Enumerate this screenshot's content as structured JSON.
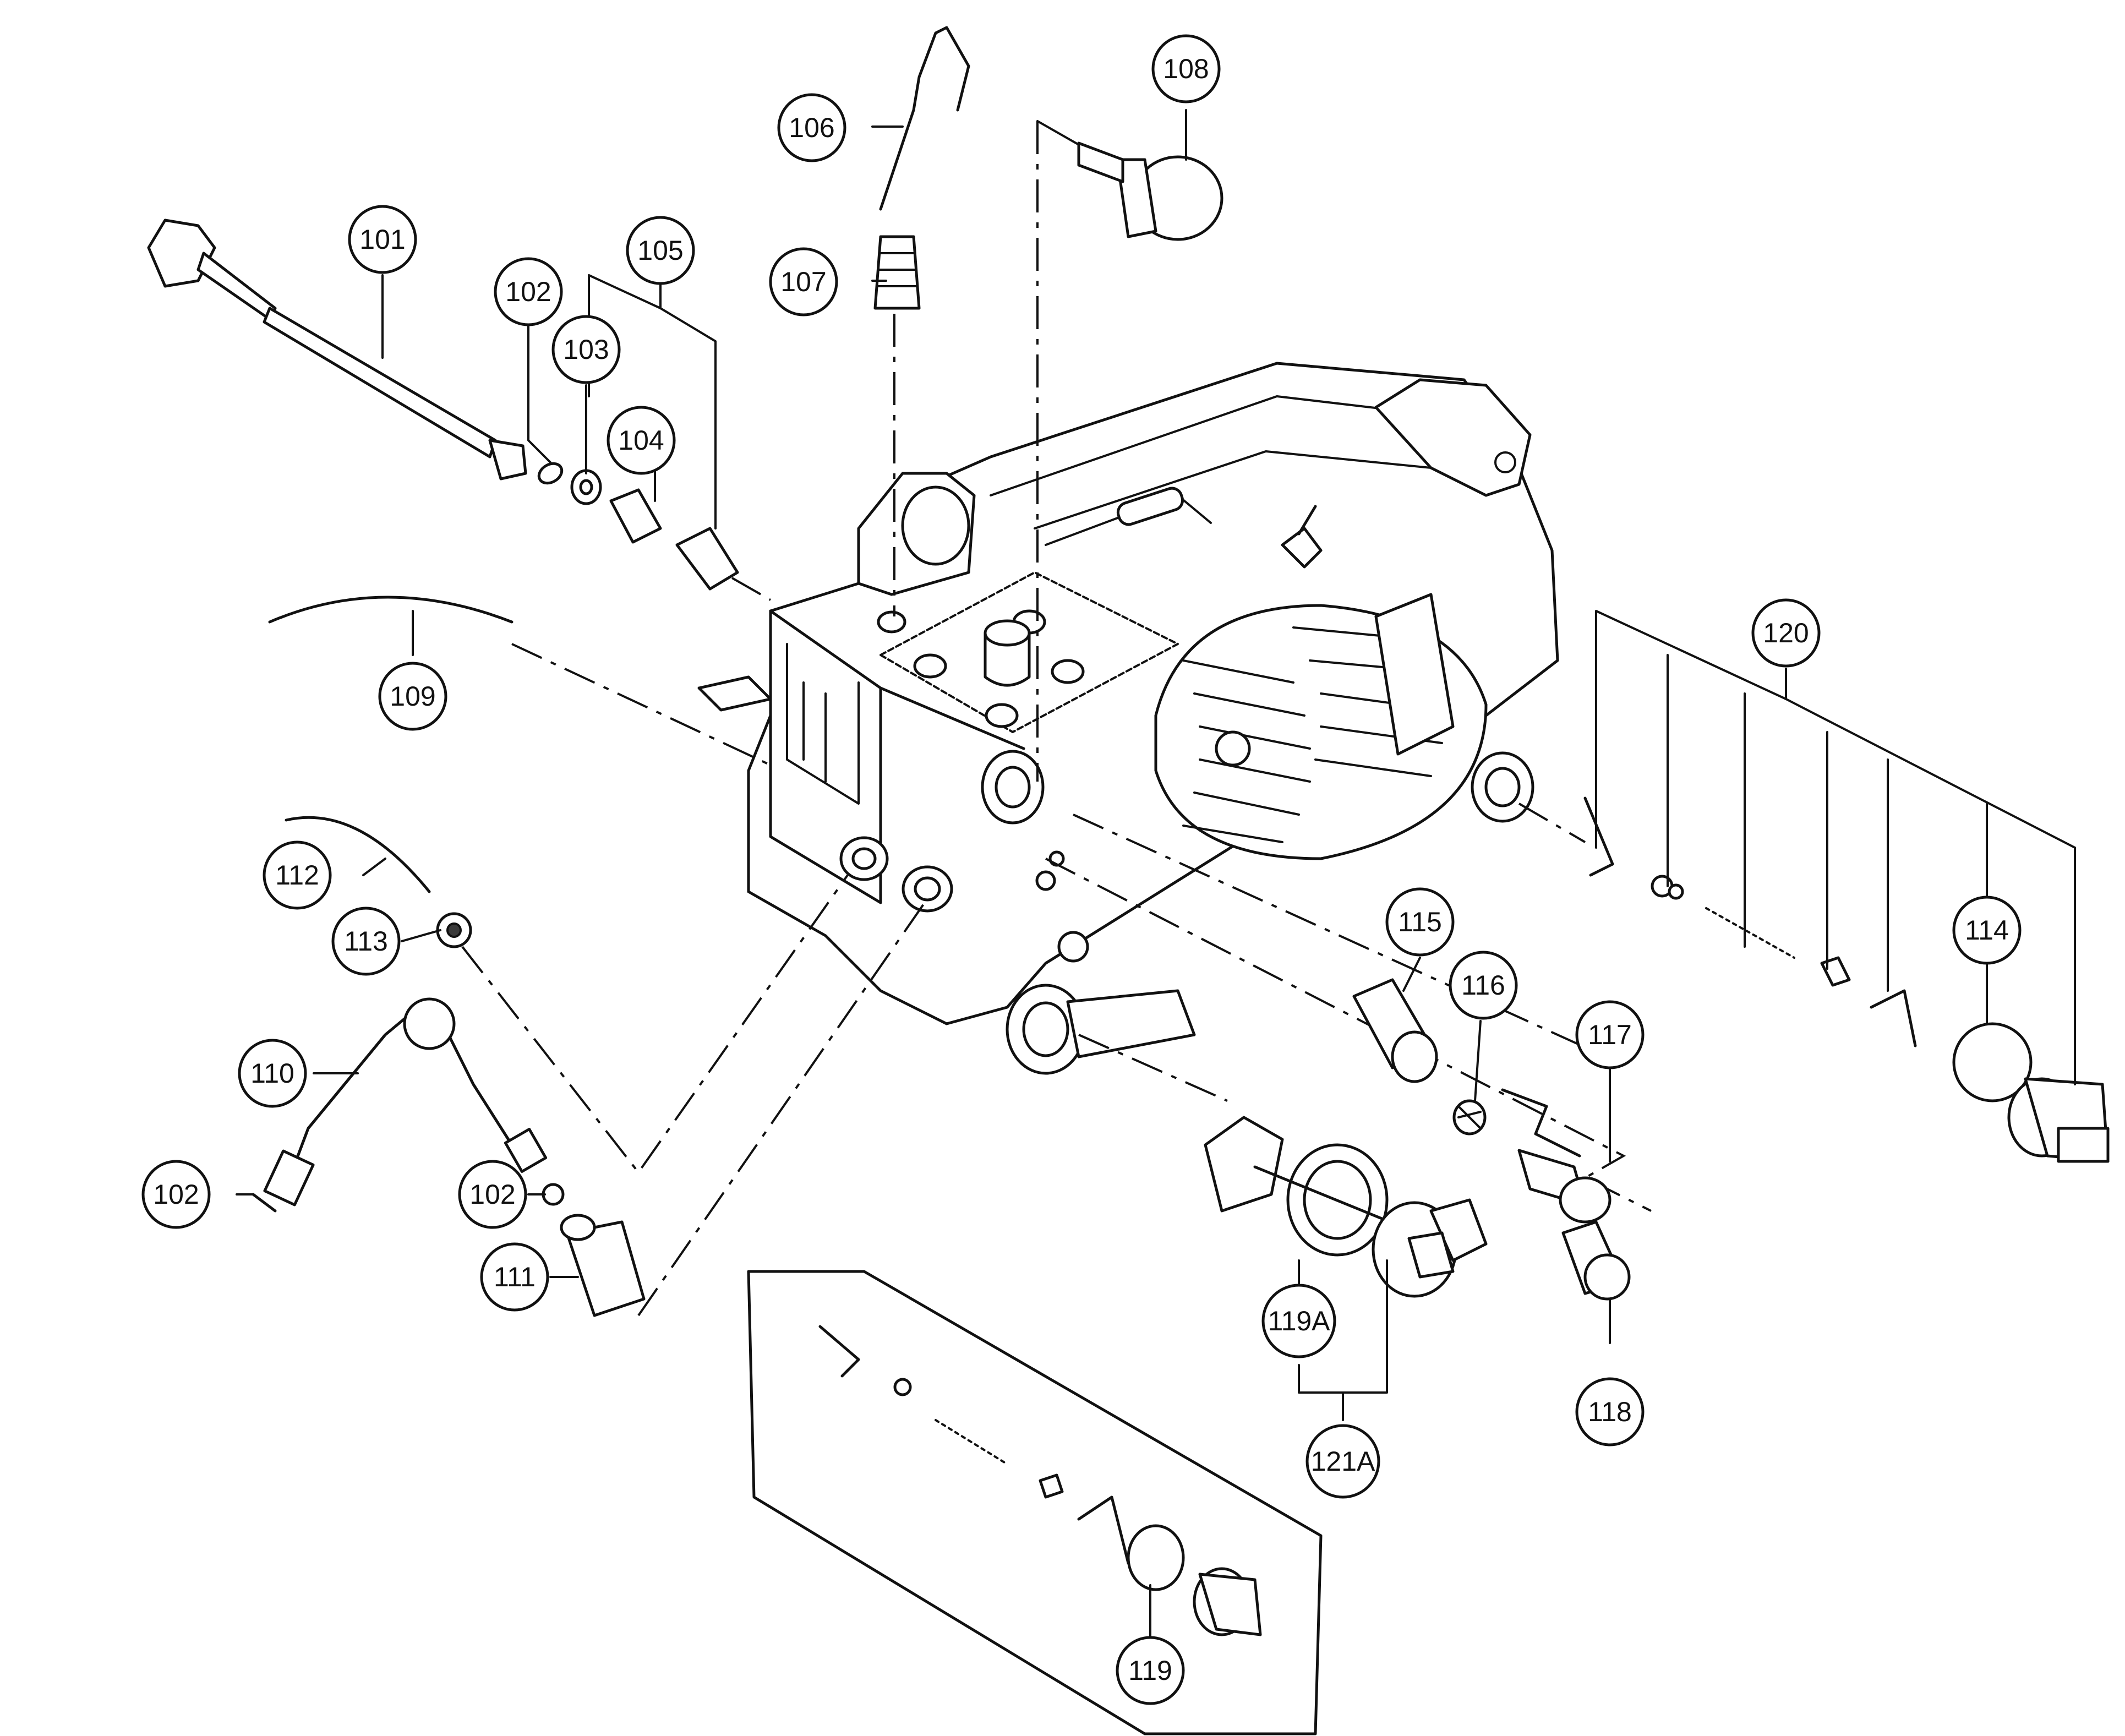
{
  "callouts": [
    {
      "id": "c101",
      "label": "101"
    },
    {
      "id": "c102a",
      "label": "102"
    },
    {
      "id": "c103",
      "label": "103"
    },
    {
      "id": "c104",
      "label": "104"
    },
    {
      "id": "c105",
      "label": "105"
    },
    {
      "id": "c106",
      "label": "106"
    },
    {
      "id": "c107",
      "label": "107"
    },
    {
      "id": "c108",
      "label": "108"
    },
    {
      "id": "c109",
      "label": "109"
    },
    {
      "id": "c110",
      "label": "110"
    },
    {
      "id": "c102b",
      "label": "102"
    },
    {
      "id": "c102c",
      "label": "102"
    },
    {
      "id": "c111",
      "label": "111"
    },
    {
      "id": "c112",
      "label": "112"
    },
    {
      "id": "c113",
      "label": "113"
    },
    {
      "id": "c114",
      "label": "114"
    },
    {
      "id": "c115",
      "label": "115"
    },
    {
      "id": "c116",
      "label": "116"
    },
    {
      "id": "c117",
      "label": "117"
    },
    {
      "id": "c118",
      "label": "118"
    },
    {
      "id": "c119",
      "label": "119"
    },
    {
      "id": "c119A",
      "label": "119A"
    },
    {
      "id": "c120",
      "label": "120"
    },
    {
      "id": "c121A",
      "label": "121A"
    }
  ]
}
